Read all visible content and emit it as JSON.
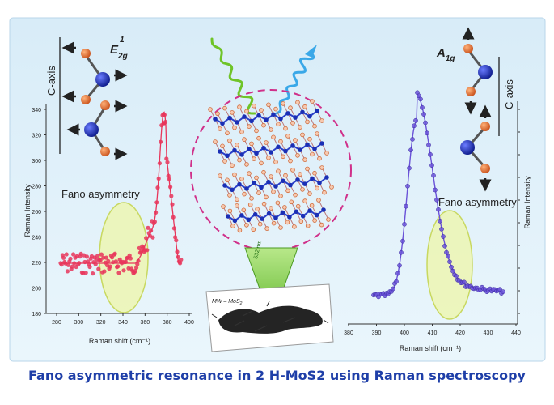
{
  "caption": "Fano asymmetric resonance in 2 H-MoS2 using Raman spectroscopy",
  "left_panel": {
    "mode_label_main": "E",
    "mode_label_sup": "1",
    "mode_label_sub": "2g",
    "axis_label": "C-axis",
    "fano_label": "Fano asymmetry",
    "ylabel": "Raman Intensity",
    "xlabel": "Raman shift (cm⁻¹)",
    "x_ticks": [
      "280",
      "300",
      "320",
      "340",
      "360",
      "380",
      "400"
    ],
    "y_ticks": [
      "180",
      "200",
      "220",
      "240",
      "260",
      "280",
      "300",
      "320",
      "340"
    ]
  },
  "right_panel": {
    "mode_label_main": "A",
    "mode_label_sub": "1g",
    "axis_label": "C-axis",
    "fano_label": "Fano asymmetry",
    "ylabel": "Raman Intensity",
    "xlabel": "Raman shift (cm⁻¹)",
    "x_ticks": [
      "380",
      "390",
      "400",
      "410",
      "420",
      "430",
      "440"
    ]
  },
  "center": {
    "laser_label": "532 nm",
    "sample_label_main": "MW – MoS",
    "sample_label_sub": "2"
  },
  "colors": {
    "background_top": "#d8ecf8",
    "background_bottom": "#eaf6fc",
    "left_points": "#e8355a",
    "right_points": "#6a52d8",
    "fano_ellipse": "#eef5a8",
    "caption": "#1f3fa8",
    "circle_dash": "#d0308a",
    "arrow_green": "#8fd14f",
    "wave_blue": "#3aa8e8",
    "wave_green": "#6fc428",
    "mo_atom": "#1a2fb5",
    "s_atom": "#e8793a"
  },
  "icons": [
    "atom-vibration-icon",
    "incident-light-wave-icon",
    "scattered-light-wave-icon"
  ]
}
